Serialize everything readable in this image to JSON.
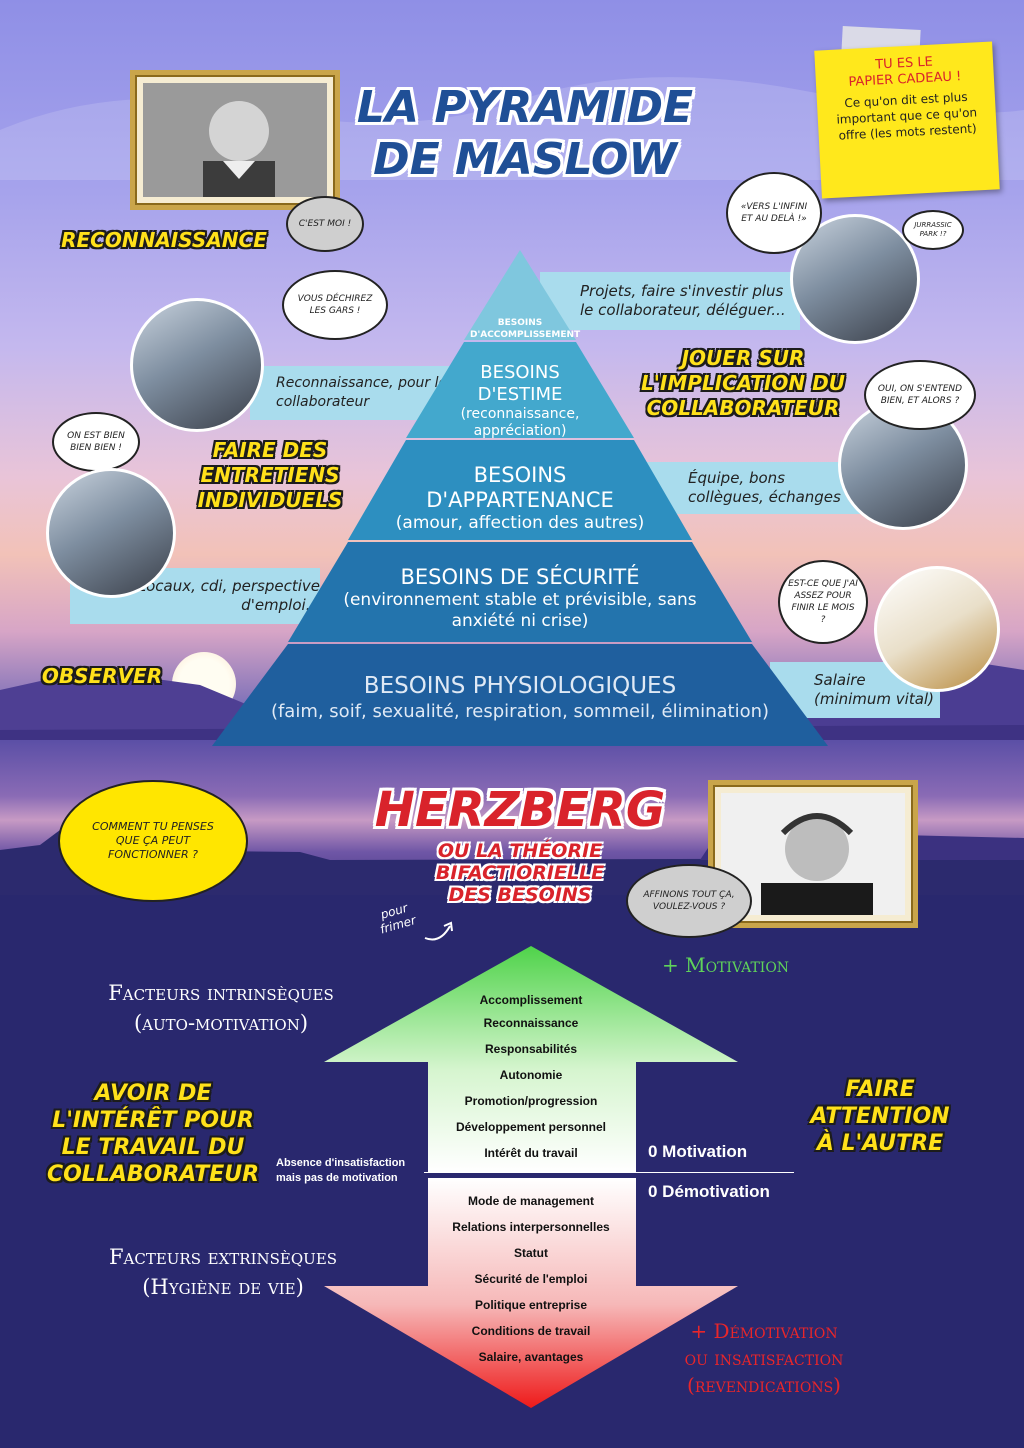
{
  "maslow": {
    "title_line1": "LA PYRAMIDE",
    "title_line2": "DE MASLOW",
    "photo_bubble": "C'EST MOI !",
    "sticky": {
      "line1": "TU ES LE",
      "line2": "PAPIER CADEAU !",
      "body": "Ce qu'on dit est plus important que ce qu'on offre (les mots restent)"
    },
    "labels": {
      "reconnaissance": "RECONNAISSANCE",
      "entretiens": "FAIRE DES ENTRETIENS INDIVIDUELS",
      "observer": "OBSERVER",
      "implication": "JOUER SUR L'IMPLICATION DU COLLABORATEUR"
    },
    "levels": [
      {
        "name": "BESOINS D'ACCOMPLISSEMENT",
        "detail": ""
      },
      {
        "name": "BESOINS D'ESTIME",
        "detail": "(reconnaissance, appréciation)"
      },
      {
        "name": "BESOINS D'APPARTENANCE",
        "detail": "(amour, affection des autres)"
      },
      {
        "name": "BESOINS DE SÉCURITÉ",
        "detail": "(environnement stable et prévisible, sans anxiété ni crise)"
      },
      {
        "name": "BESOINS PHYSIOLOGIQUES",
        "detail": "(faim, soif, sexualité, respiration, sommeil, élimination)"
      }
    ],
    "bands": {
      "accomplissement": "Projets, faire s'investir plus le collaborateur, déléguer...",
      "estime": "Reconnaissance, pour le collaborateur",
      "appartenance": "Équipe, bons collègues, échanges",
      "securite": "Locaux, cdi, perspective d'emploi...",
      "physio": "Salaire (minimum vital)"
    },
    "bubbles": {
      "infini": "«VERS L'INFINI ET AU DELÀ !»",
      "jurassic": "JURRASSIC PARK !?",
      "dechirez": "VOUS DÉCHIREZ LES GARS !",
      "bien": "ON EST BIEN BIEN BIEN !",
      "entend": "OUI, ON S'ENTEND BIEN, ET ALORS ?",
      "assez": "EST-CE QUE J'AI ASSEZ POUR FINIR LE MOIS ?"
    }
  },
  "herzberg": {
    "title": "HERZBERG",
    "subtitle": "OU LA THÉORIE BIFACTIORIELLE DES BESOINS",
    "note": "pour frimer",
    "question_bubble": "COMMENT TU PENSES QUE ÇA PEUT FONCTIONNER ?",
    "photo_bubble": "AFFINONS TOUT ÇA, VOULEZ-VOUS ?",
    "intrinseques_line1": "Facteurs intrinsèques",
    "intrinseques_line2": "(auto-motivation)",
    "extrinseques_line1": "Facteurs extrinsèques",
    "extrinseques_line2": "(Hygiène de vie)",
    "plus_motivation": "+ Motivation",
    "zero_motivation": "0 Motivation",
    "zero_demotivation": "0 Démotivation",
    "demotivation_line1": "+ Démotivation",
    "demotivation_line2": "ou insatisfaction",
    "demotivation_line3": "(revendications)",
    "absence": "Absence d'insatisfaction mais pas de motivation",
    "label_interet": "AVOIR DE L'INTÉRÊT POUR LE TRAVAIL DU COLLABORATEUR",
    "label_attention": "FAIRE ATTENTION À L'AUTRE",
    "motivators": [
      "Accomplissement",
      "Reconnaissance",
      "Responsabilités",
      "Autonomie",
      "Promotion/progression",
      "Développement personnel",
      "Intérêt du travail"
    ],
    "hygiene": [
      "Mode de management",
      "Relations interpersonnelles",
      "Statut",
      "Sécurité de l'emploi",
      "Politique entreprise",
      "Conditions de travail",
      "Salaire, avantages"
    ]
  }
}
